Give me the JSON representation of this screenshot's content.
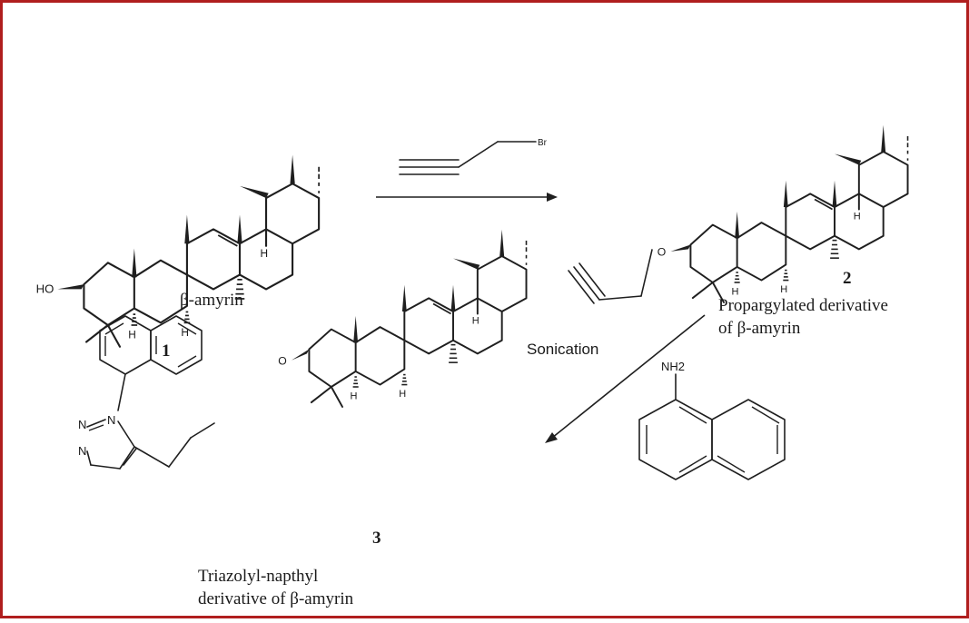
{
  "colors": {
    "border": "#b01e1e",
    "ink": "#1f1f1f",
    "background": "#ffffff"
  },
  "compounds": {
    "c1": {
      "name": "β-amyrin",
      "number": "1",
      "hydroxyl_label": "HO"
    },
    "c2": {
      "number": "2",
      "name_line1": "Propargylated derivative",
      "name_line2": "of β-amyrin",
      "oxygen_label": "O"
    },
    "c3": {
      "number": "3",
      "name_line1": "Triazolyl-napthyl",
      "name_line2": "derivative of β-amyrin",
      "oxygen_label": "O",
      "triazole_n1": "N",
      "triazole_n2": "N",
      "triazole_n3": "N"
    }
  },
  "reagents": {
    "step1": {
      "halogen_label": "Br"
    },
    "step2": {
      "condition": "Sonication",
      "amine_label": "NH2"
    }
  },
  "stereo_h": "H"
}
